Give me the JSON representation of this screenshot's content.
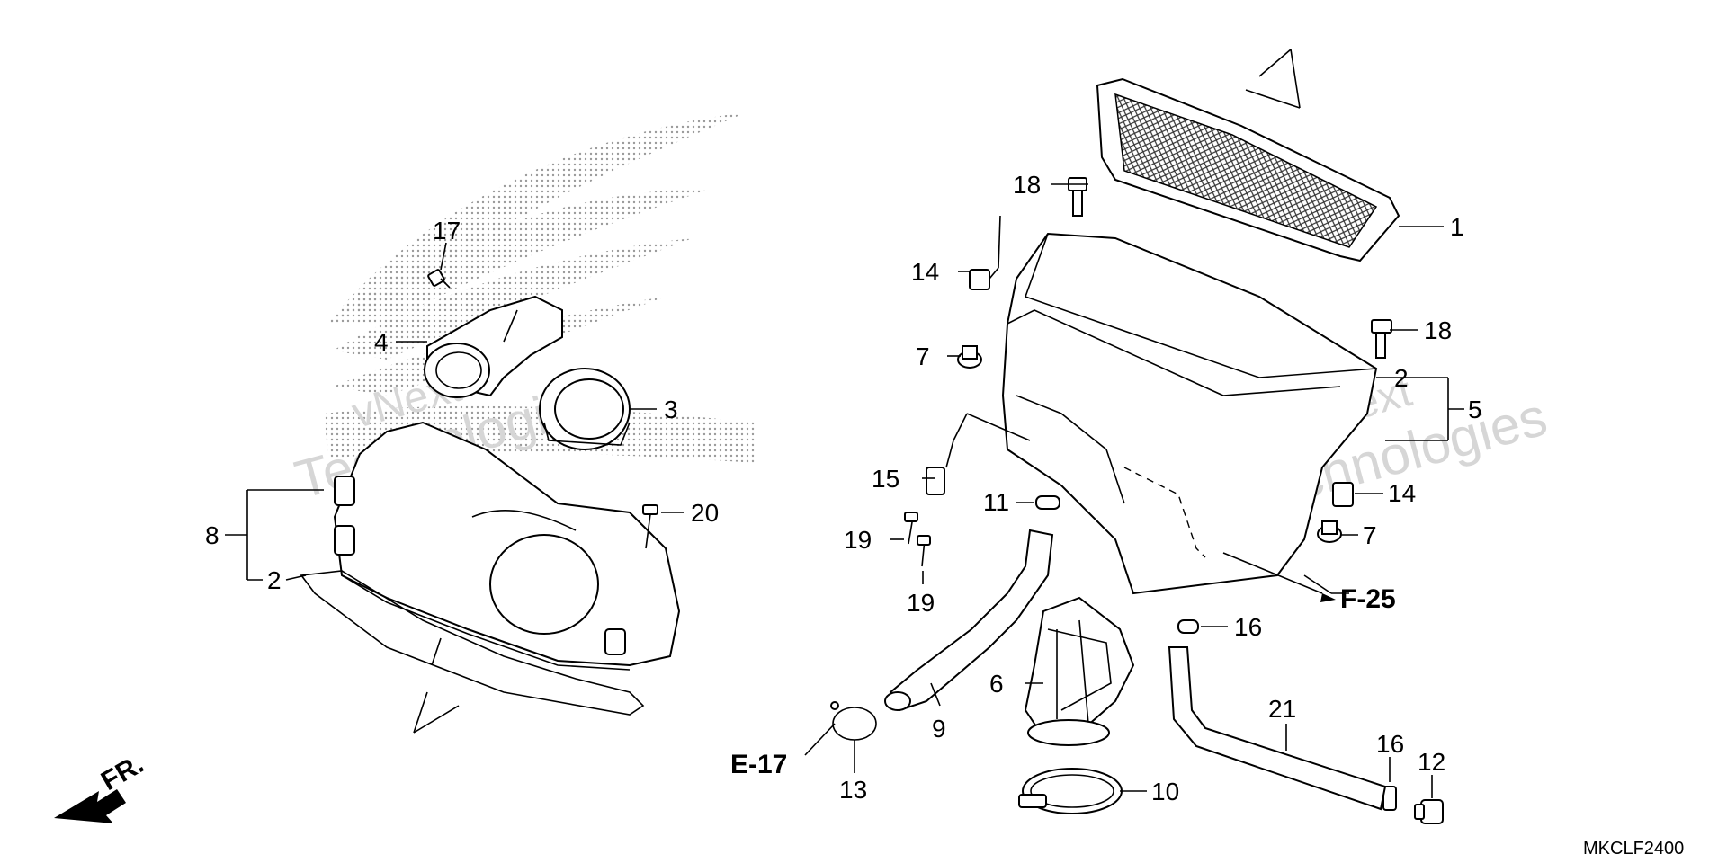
{
  "callouts": [
    {
      "id": "c1",
      "text": "1"
    },
    {
      "id": "c2a",
      "text": "2"
    },
    {
      "id": "c2b",
      "text": "2"
    },
    {
      "id": "c3",
      "text": "3"
    },
    {
      "id": "c4",
      "text": "4"
    },
    {
      "id": "c5",
      "text": "5"
    },
    {
      "id": "c6",
      "text": "6"
    },
    {
      "id": "c7a",
      "text": "7"
    },
    {
      "id": "c7b",
      "text": "7"
    },
    {
      "id": "c8",
      "text": "8"
    },
    {
      "id": "c9",
      "text": "9"
    },
    {
      "id": "c10",
      "text": "10"
    },
    {
      "id": "c11",
      "text": "11"
    },
    {
      "id": "c12",
      "text": "12"
    },
    {
      "id": "c13",
      "text": "13"
    },
    {
      "id": "c14a",
      "text": "14"
    },
    {
      "id": "c14b",
      "text": "14"
    },
    {
      "id": "c15",
      "text": "15"
    },
    {
      "id": "c16a",
      "text": "16"
    },
    {
      "id": "c16b",
      "text": "16"
    },
    {
      "id": "c17",
      "text": "17"
    },
    {
      "id": "c18a",
      "text": "18"
    },
    {
      "id": "c18b",
      "text": "18"
    },
    {
      "id": "c19a",
      "text": "19"
    },
    {
      "id": "c19b",
      "text": "19"
    },
    {
      "id": "c20",
      "text": "20"
    },
    {
      "id": "c21",
      "text": "21"
    }
  ],
  "references": {
    "e17": "E-17",
    "f25": "F-25",
    "front": "FR."
  },
  "drawing_code": "MKCLF2400",
  "watermarks": [
    {
      "id": "wm1",
      "line1": "vNext",
      "line2": "Technologies"
    },
    {
      "id": "wm2",
      "line1": "vNext",
      "line2": "Technologies"
    }
  ]
}
